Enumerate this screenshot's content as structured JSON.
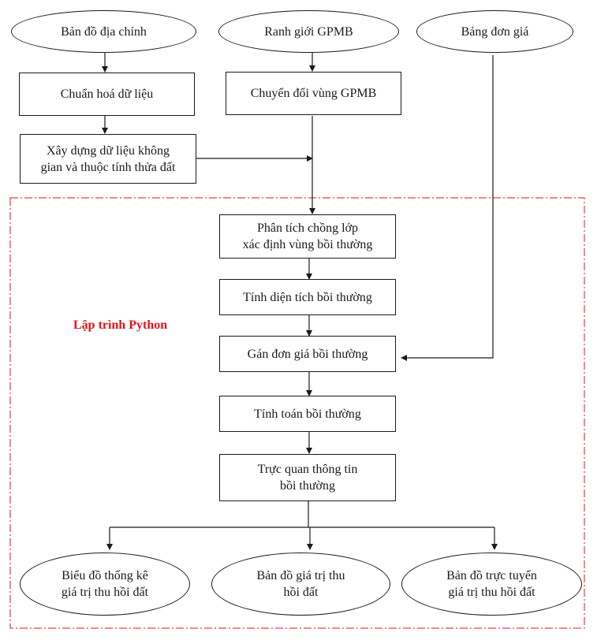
{
  "group": {
    "label": "Lập trình Python",
    "border_color": "#e8111b"
  },
  "inputs": {
    "cadastral_map": "Bản đồ địa chính",
    "gpmb_boundary": "Ranh giới GPMB",
    "price_table": "Bảng đơn giá"
  },
  "steps": {
    "normalize_data": "Chuẩn hoá dữ liệu",
    "build_spatial_data": "Xây dựng dữ liệu không\ngian và thuộc tính thửa đất",
    "convert_gpmb": "Chuyển đổi vùng GPMB",
    "overlay_analysis": "Phân tích chồng lớp\nxác định vùng bồi thường",
    "compute_area": "Tính diện tích bồi thường",
    "assign_price": "Gán đơn giá bồi thường",
    "compute_compensation": "Tính toán bồi thường",
    "visualize": "Trực quan thông tin\nbồi thường"
  },
  "outputs": {
    "stats_chart": "Biểu đồ thống kê\ngiá trị thu hồi đất",
    "value_map": "Bản đồ giá trị thu\nhồi đất",
    "online_map": "Bản đồ trực tuyến\ngiá trị thu hồi đất"
  }
}
